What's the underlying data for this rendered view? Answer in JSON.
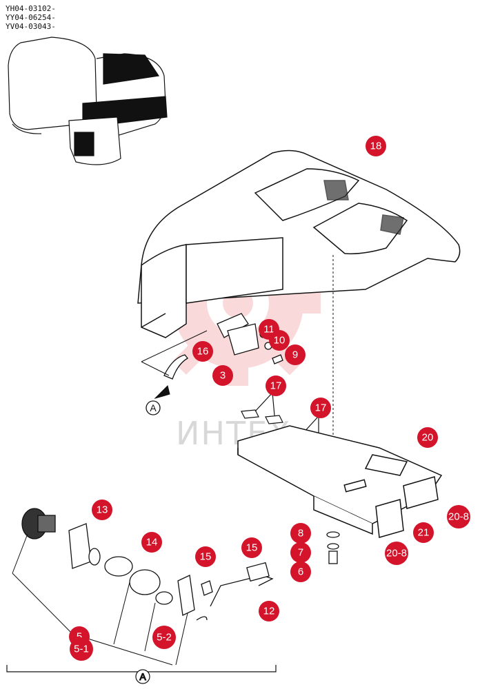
{
  "serial_ranges": [
    "YH04-03102-",
    "YY04-06254-",
    "YV04-03043-"
  ],
  "watermark": {
    "text": "ИНТЕХ",
    "color": "#e8323c"
  },
  "callout_color": "#d3142a",
  "view_reference": "A",
  "callouts": [
    {
      "id": "c18",
      "label": "18"
    },
    {
      "id": "c11",
      "label": "11"
    },
    {
      "id": "c10",
      "label": "10"
    },
    {
      "id": "c9",
      "label": "9"
    },
    {
      "id": "c16",
      "label": "16"
    },
    {
      "id": "c3",
      "label": "3"
    },
    {
      "id": "c17a",
      "label": "17"
    },
    {
      "id": "c17b",
      "label": "17"
    },
    {
      "id": "c20",
      "label": "20"
    },
    {
      "id": "c20_8a",
      "label": "20-8"
    },
    {
      "id": "c21",
      "label": "21"
    },
    {
      "id": "c20_8b",
      "label": "20-8"
    },
    {
      "id": "c8",
      "label": "8"
    },
    {
      "id": "c7",
      "label": "7"
    },
    {
      "id": "c6",
      "label": "6"
    },
    {
      "id": "c13",
      "label": "13"
    },
    {
      "id": "c14",
      "label": "14"
    },
    {
      "id": "c15a",
      "label": "15"
    },
    {
      "id": "c15b",
      "label": "15"
    },
    {
      "id": "c12",
      "label": "12"
    },
    {
      "id": "c5",
      "label": "5"
    },
    {
      "id": "c5_1",
      "label": "5-1"
    },
    {
      "id": "c5_2",
      "label": "5-2"
    }
  ]
}
